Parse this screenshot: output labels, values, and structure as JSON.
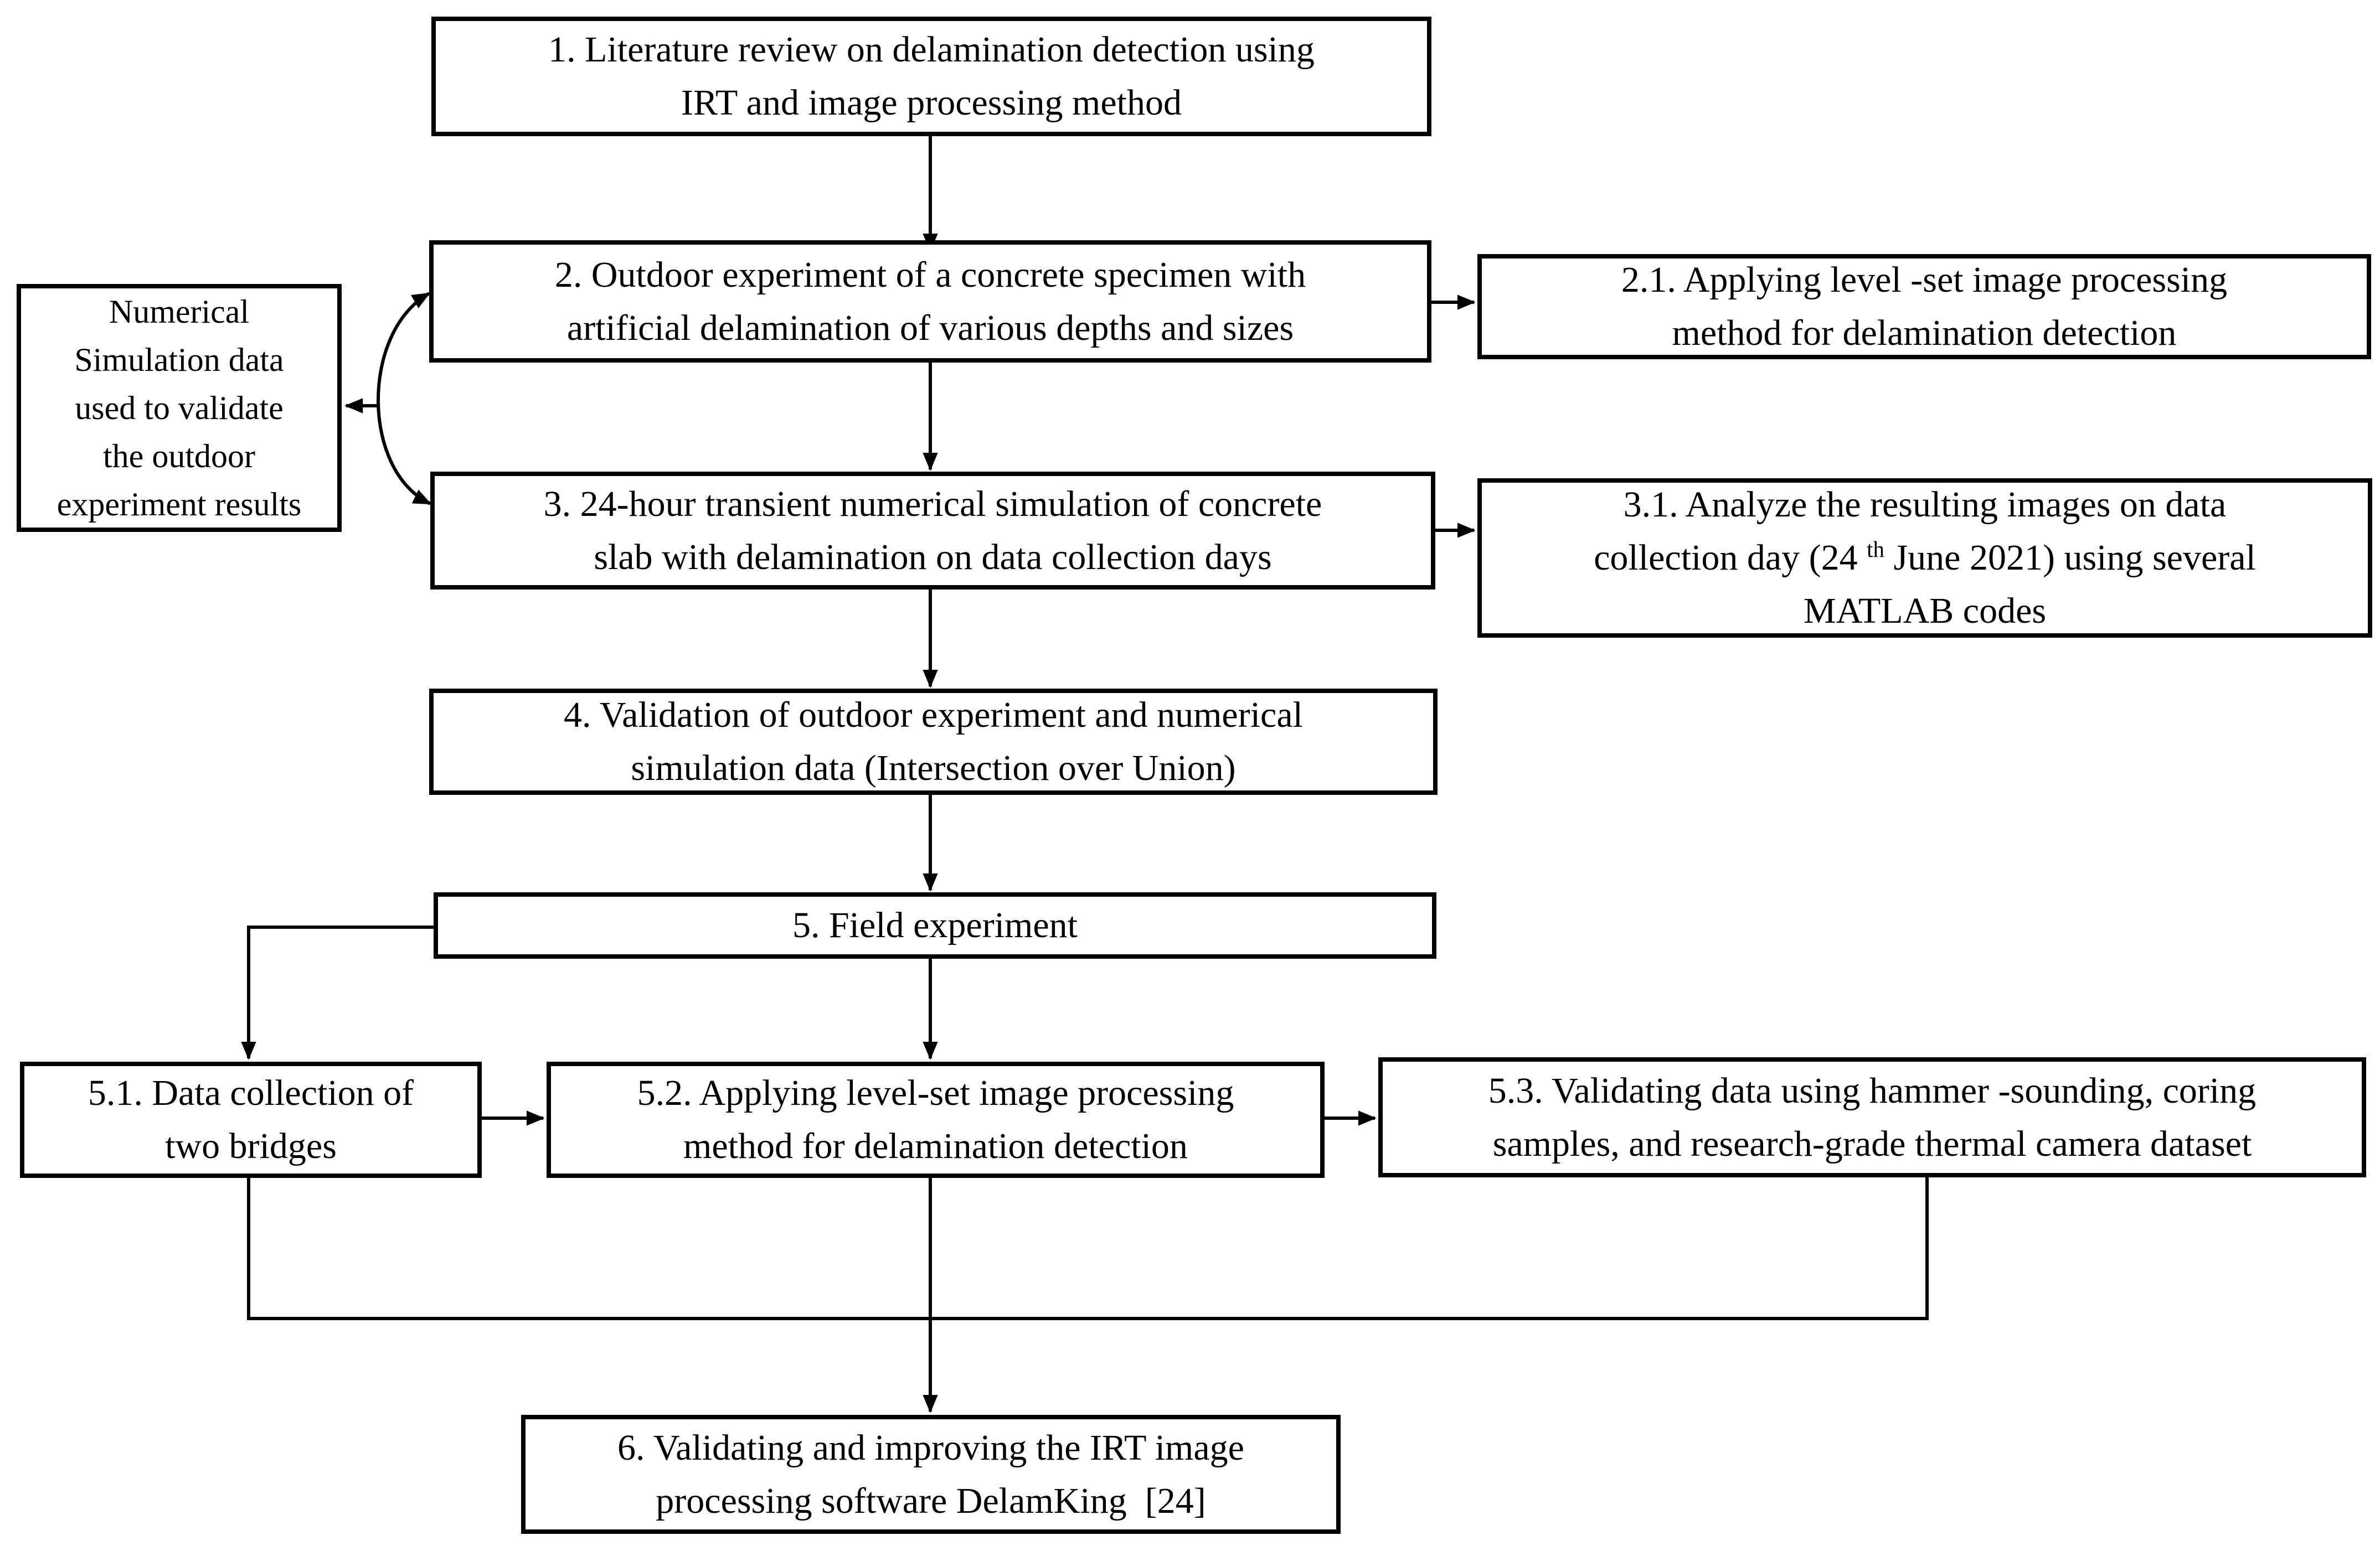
{
  "figure": {
    "kind": "flowchart",
    "background_color": "#ffffff",
    "line_color": "#000000",
    "text_color": "#000000"
  },
  "boxes": {
    "step1": {
      "lines": [
        "1. Literature review on delamination detection using",
        "IRT and image processing method"
      ]
    },
    "step2": {
      "lines": [
        "2. Outdoor experiment of a concrete specimen with",
        "artificial delamination of various depths and sizes"
      ]
    },
    "step2_1": {
      "lines": [
        "2.1. Applying level -set image processing",
        "method for delamination detection"
      ]
    },
    "step3": {
      "lines": [
        "3. 24-hour transient numerical simulation of concrete",
        "slab with delamination on data collection days"
      ]
    },
    "step3_1": {
      "line1": "3.1. Analyze the resulting images on data",
      "line2_pre": "collection day (24 ",
      "line2_sup": "th",
      "line2_post": " June 2021) using several",
      "line3": "MATLAB codes"
    },
    "step4": {
      "lines": [
        "4. Validation of outdoor experiment and numerical",
        "simulation data (Intersection over Union)"
      ]
    },
    "step5": {
      "lines": [
        "5. Field experiment"
      ]
    },
    "step5_1": {
      "lines": [
        "5.1. Data collection of",
        "two bridges"
      ]
    },
    "step5_2": {
      "lines": [
        "5.2. Applying level-set image processing",
        "method for delamination detection"
      ]
    },
    "step5_3": {
      "lines": [
        "5.3. Validating data using hammer -sounding, coring",
        "samples, and research-grade thermal camera dataset"
      ]
    },
    "step6": {
      "lines": [
        "6. Validating and improving the IRT image",
        "processing software DelamKing  [24]"
      ]
    },
    "numerical_note": {
      "lines": [
        "Numerical",
        "Simulation data",
        "used to validate",
        "the outdoor",
        "experiment results"
      ]
    }
  }
}
